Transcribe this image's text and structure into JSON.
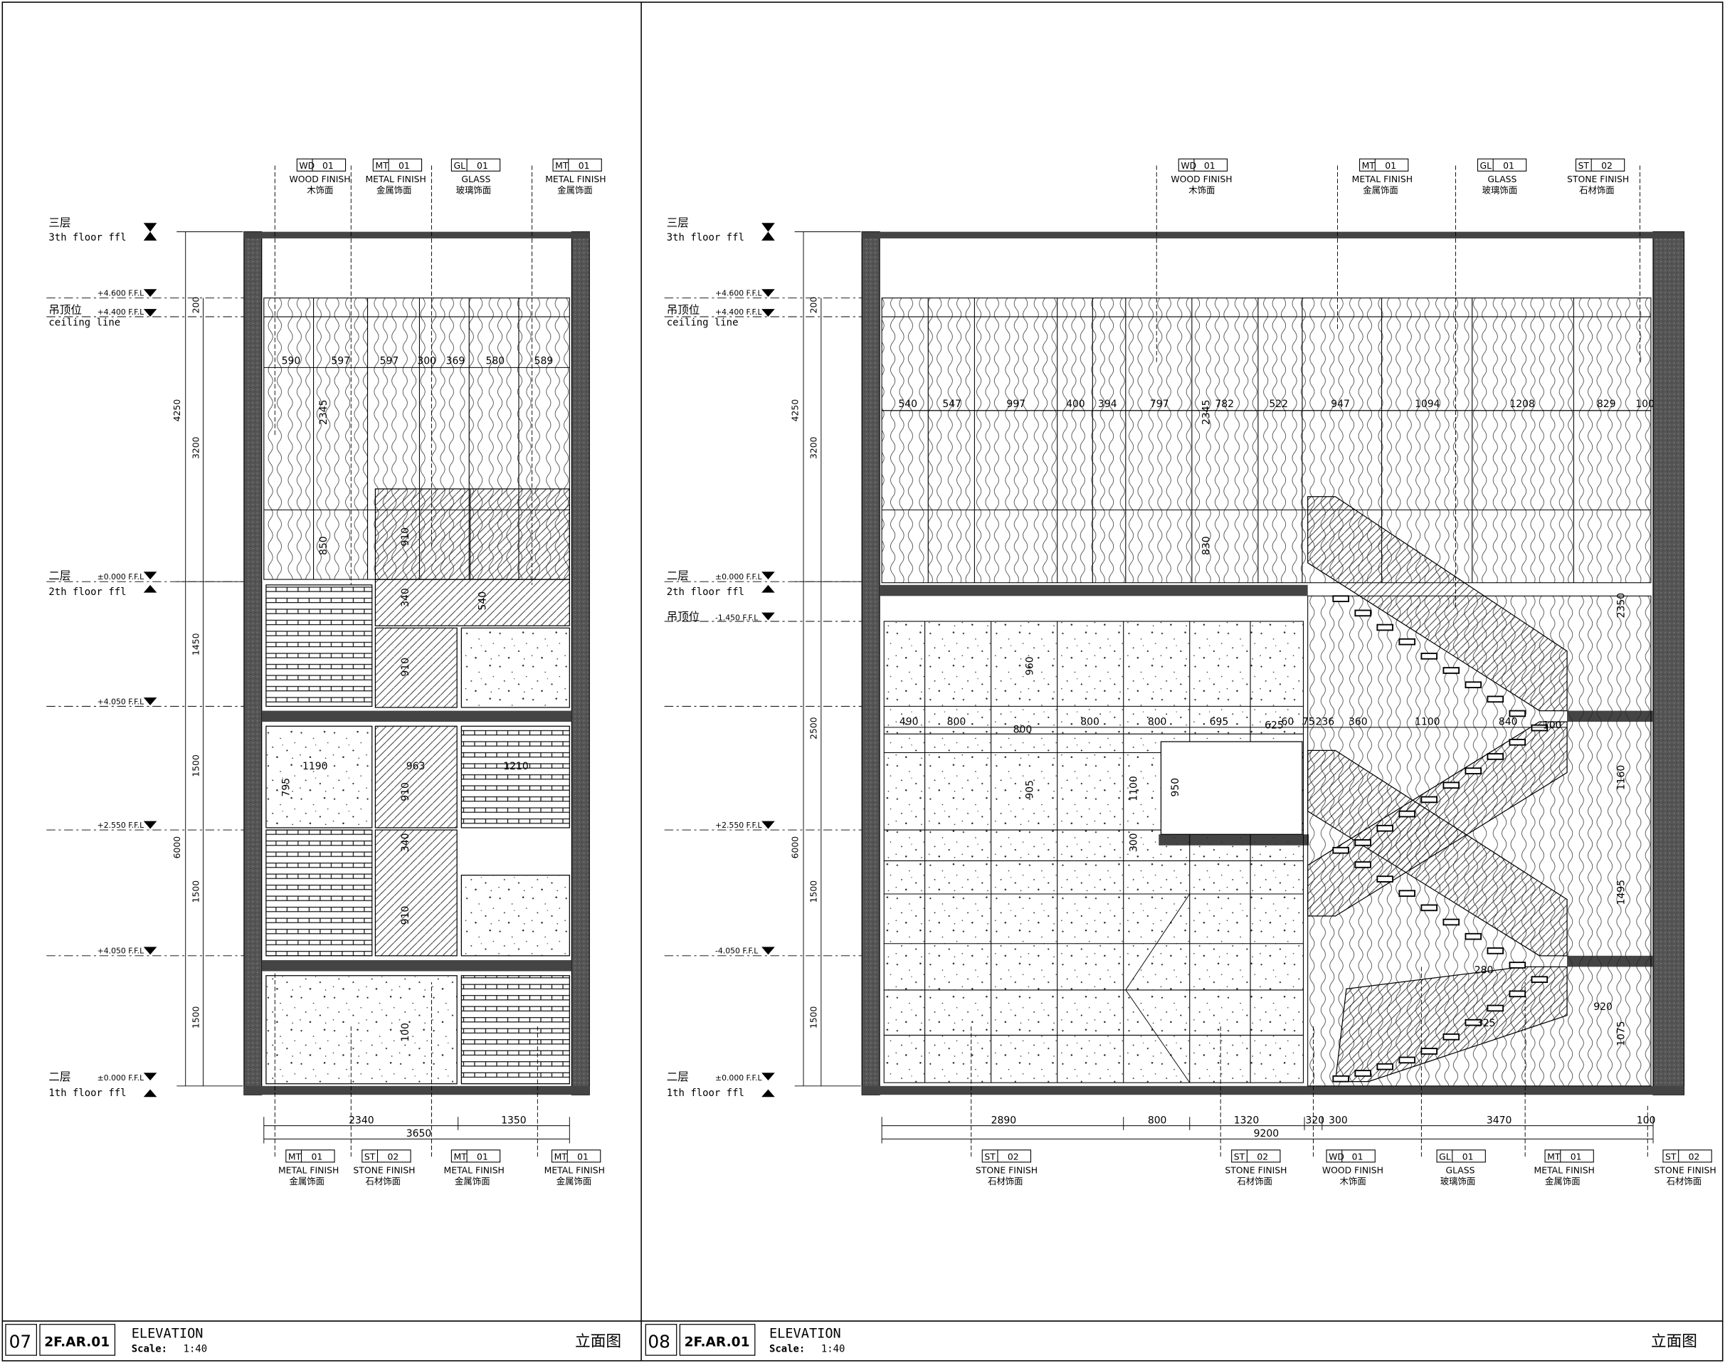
{
  "levels": {
    "floor3_cn": "三层",
    "floor3_en": "3th floor ffl",
    "ceiling_cn": "吊顶位",
    "ceiling_en": "ceiling line",
    "floor2_cn": "二层",
    "floor2_en": "2th floor ffl",
    "floor1_cn": "二层",
    "floor1_en": "1th floor ffl",
    "el_4600": "+4.600 F.F.L",
    "el_4400": "+4.400 F.F.L",
    "el_0": "±0.000 F.F.L",
    "el_neg1450": "-1.450 F.F.L",
    "el_neg4050": "-4.050 F.F.L",
    "el_neg2550": "+2.550 F.F.L",
    "el_neg4050b": "+4.050 F.F.L"
  },
  "finishes": {
    "wd_code": "WD",
    "wd_no": "01",
    "wd_en": "WOOD FINISH",
    "wd_cn": "木饰面",
    "mt_code": "MT",
    "mt_no": "01",
    "mt_en": "METAL FINISH",
    "mt_cn": "金属饰面",
    "gl_code": "GL",
    "gl_no": "01",
    "gl_en": "GLASS",
    "gl_cn": "玻璃饰面",
    "st_code": "ST",
    "st_no": "02",
    "st_en": "STONE FINISH",
    "st_cn": "石材饰面"
  },
  "elev07": {
    "dims_left": [
      "200",
      "4250",
      "3200",
      "1450",
      "6000",
      "1500",
      "1500",
      "1500"
    ],
    "dims_top_row": [
      "590",
      "597",
      "597",
      "300",
      "369",
      "580",
      "589"
    ],
    "dims_inner": [
      "2345",
      "850",
      "910",
      "340",
      "540",
      "910",
      "1190",
      "963",
      "1210",
      "795",
      "910",
      "340",
      "910",
      "100"
    ],
    "dims_bottom": [
      "2340",
      "1350",
      "3650"
    ]
  },
  "elev08": {
    "dims_left": [
      "200",
      "4250",
      "3200",
      "2500",
      "6000",
      "1500",
      "1500"
    ],
    "dims_top_row": [
      "540",
      "547",
      "997",
      "400",
      "394",
      "797",
      "782",
      "522",
      "947",
      "1094",
      "1208",
      "829",
      "100"
    ],
    "dims_row2": [
      "490",
      "800",
      "800",
      "800",
      "800",
      "695",
      "625",
      "60",
      "75",
      "236",
      "360",
      "1100",
      "840",
      "100"
    ],
    "dims_inner": [
      "2345",
      "830",
      "960",
      "905",
      "1100",
      "950",
      "300",
      "1160",
      "2350",
      "1495",
      "920",
      "1075",
      "280",
      "325"
    ],
    "dims_bottom": [
      "2890",
      "800",
      "1320",
      "320",
      "300",
      "3470",
      "100",
      "9200"
    ]
  },
  "title_blocks": [
    {
      "num": "07",
      "code": "2F.AR.01",
      "title": "ELEVATION",
      "scale_label": "Scale:",
      "scale_value": "1:40",
      "cn": "立面图"
    },
    {
      "num": "08",
      "code": "2F.AR.01",
      "title": "ELEVATION",
      "scale_label": "Scale:",
      "scale_value": "1:40",
      "cn": "立面图"
    }
  ]
}
